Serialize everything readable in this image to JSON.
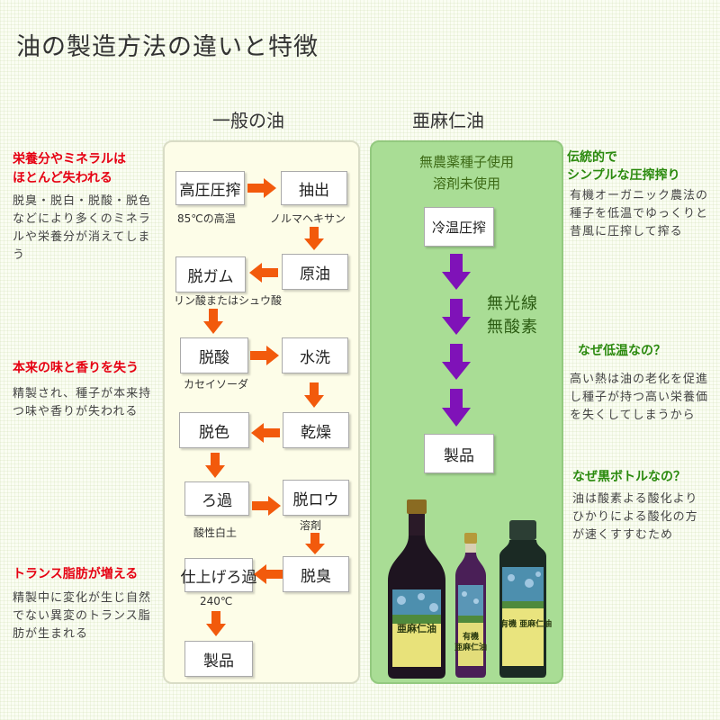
{
  "title": "油の製造方法の違いと特徴",
  "left_column": {
    "heading": "一般の油",
    "steps": [
      {
        "label": "高圧圧搾",
        "note": "85℃の高温"
      },
      {
        "label": "抽出",
        "note": "ノルマヘキサン"
      },
      {
        "label": "原油",
        "note": ""
      },
      {
        "label": "脱ガム",
        "note": "リン酸またはシュウ酸"
      },
      {
        "label": "脱酸",
        "note": "カセイソーダ"
      },
      {
        "label": "水洗",
        "note": ""
      },
      {
        "label": "乾燥",
        "note": ""
      },
      {
        "label": "脱色",
        "note": ""
      },
      {
        "label": "ろ過",
        "note": "酸性白土"
      },
      {
        "label": "脱ロウ",
        "note": "溶剤"
      },
      {
        "label": "脱臭",
        "note": ""
      },
      {
        "label": "仕上げろ過",
        "note": "240℃"
      },
      {
        "label": "製品",
        "note": ""
      }
    ]
  },
  "right_column": {
    "heading": "亜麻仁油",
    "subheading_line1": "無農薬種子使用",
    "subheading_line2": "溶剤未使用",
    "steps": [
      {
        "label": "冷温圧搾"
      },
      {
        "label": "製品"
      }
    ],
    "side_label_line1": "無光線",
    "side_label_line2": "無酸素",
    "bottles": [
      {
        "label_line1": "亜麻仁油",
        "label_line2": ""
      },
      {
        "label_line1": "有機",
        "label_line2": "亜麻仁油"
      },
      {
        "label_line1": "有機 亜麻仁油",
        "label_line2": ""
      }
    ]
  },
  "left_notes": [
    {
      "heading_line1": "栄養分やミネラルは",
      "heading_line2": "ほとんど失われる",
      "body": "脱臭・脱白・脱酸・脱色などにより多くのミネラルや栄養分が消えてしまう"
    },
    {
      "heading_line1": "本来の味と香りを失う",
      "heading_line2": "",
      "body": "精製され、種子が本来持つ味や香りが失われる"
    },
    {
      "heading_line1": "トランス脂肪が増える",
      "heading_line2": "",
      "body": "精製中に変化が生じ自然でない異変のトランス脂肪が生まれる"
    }
  ],
  "right_notes": [
    {
      "heading_line1": "伝統的で",
      "heading_line2": "シンプルな圧搾搾り",
      "body": "有機オーガニック農法の種子を低温でゆっくりと昔風に圧搾して搾る"
    },
    {
      "heading_line1": "なぜ低温なの？",
      "heading_line2": "",
      "body": "高い熱は油の老化を促進し種子が持つ高い栄養価を失くしてしまうから"
    },
    {
      "heading_line1": "なぜ黒ボトルなの？",
      "heading_line2": "",
      "body": "油は酸素よる酸化よりひかりによる酸化の方が速くすすむため"
    }
  ],
  "colors": {
    "left_panel_bg": "#fdfde8",
    "right_panel_bg": "#a9dd95",
    "orange_arrow": "#f25a0c",
    "purple_arrow": "#7f12b8",
    "red_heading": "#e60012",
    "green_heading": "#2b8a0e"
  }
}
